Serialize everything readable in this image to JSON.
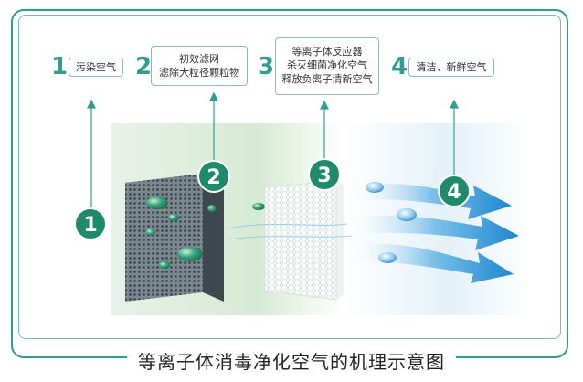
{
  "steps": [
    {
      "number": "1",
      "lines": [
        "污染空气"
      ]
    },
    {
      "number": "2",
      "lines": [
        "初效滤网",
        "滤除大粒径颗粒物"
      ]
    },
    {
      "number": "3",
      "lines": [
        "等离子体反应器",
        "杀灭细菌净化空气",
        "释放负离子清新空气"
      ]
    },
    {
      "number": "4",
      "lines": [
        "清洁、新鲜空气"
      ]
    }
  ],
  "markers": [
    "1",
    "2",
    "3",
    "4"
  ],
  "caption": "等离子体消毒净化空气的机理示意图",
  "colors": {
    "frame": "#2f9e8f",
    "marker": "#1f8a6a",
    "arrow": "#2a8fd0",
    "mesh": "#5b6770"
  }
}
